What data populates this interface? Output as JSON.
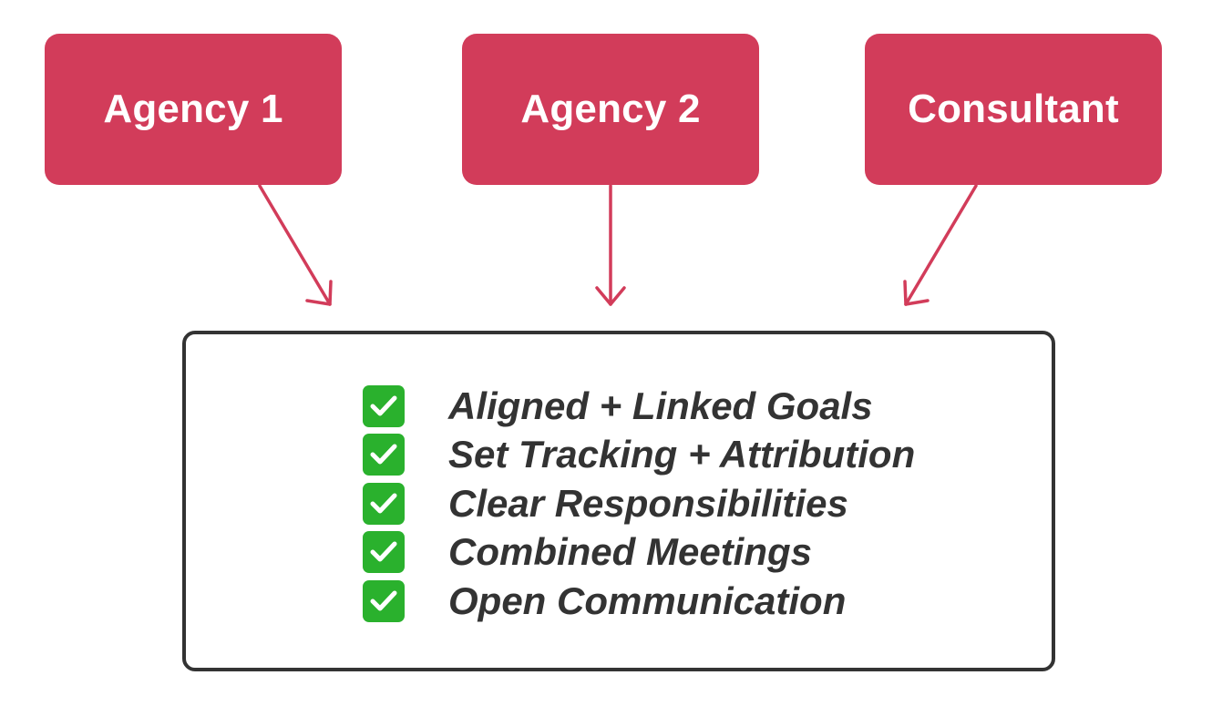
{
  "colors": {
    "accent": "#d23c5a",
    "border": "#333333",
    "text_dark": "#333333",
    "check_green": "#2ab12d",
    "background": "#ffffff"
  },
  "sources": [
    {
      "id": "agency-1",
      "label": "Agency 1"
    },
    {
      "id": "agency-2",
      "label": "Agency 2"
    },
    {
      "id": "consultant",
      "label": "Consultant"
    }
  ],
  "checklist": {
    "icon": "check-mark-button-icon",
    "items": [
      "Aligned + Linked Goals",
      "Set Tracking + Attribution",
      "Clear Responsibilities",
      "Combined Meetings",
      "Open Communication"
    ]
  }
}
